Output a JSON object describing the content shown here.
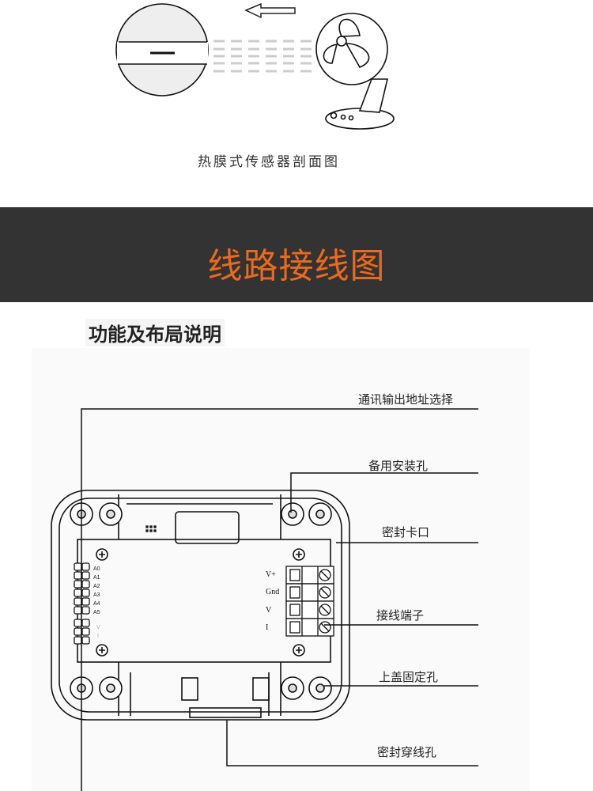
{
  "diagram_top": {
    "caption": "热膜式传感器剖面图",
    "arrow_direction": "left"
  },
  "banner": {
    "title": "线路接线图",
    "color": "#ec6a1c"
  },
  "layout_section": {
    "title": "功能及布局说明",
    "callouts": [
      "通讯输出地址选择",
      "备用安装孔",
      "密封卡口",
      "接线端子",
      "上盖固定孔",
      "密封穿线孔"
    ],
    "address_pins": [
      "A0",
      "A1",
      "A2",
      "A3",
      "A4",
      "A5"
    ],
    "mode_pins": [
      "V",
      "I"
    ],
    "terminals": [
      "V+",
      "Gnd",
      "V",
      "I"
    ]
  }
}
